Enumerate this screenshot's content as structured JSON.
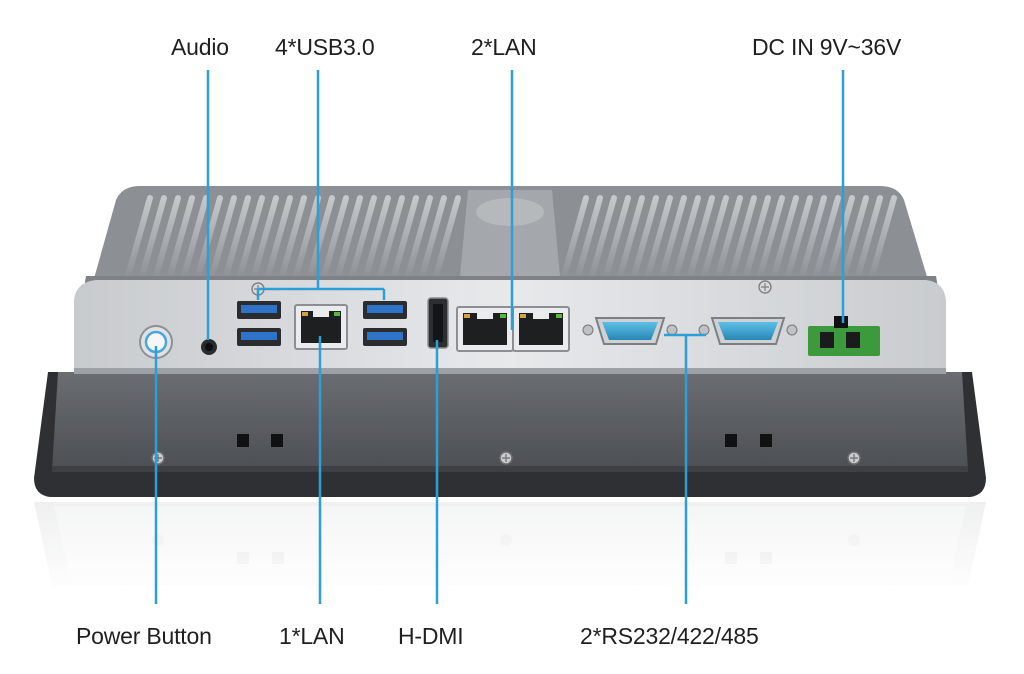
{
  "labels": {
    "audio": "Audio",
    "usb": "4*USB3.0",
    "lan2": "2*LAN",
    "dc_in": "DC IN 9V~36V",
    "power_button": "Power Button",
    "lan1": "1*LAN",
    "hdmi": "H-DMI",
    "serial": "2*RS232/422/485"
  },
  "colors": {
    "leader_line": "#2a9fd8",
    "text": "#1f1f1f",
    "heatsink": "#a9acb0",
    "bezel": "#595c60",
    "rs232_port": "#3aa7d4",
    "terminal_block": "#3c9a3c"
  }
}
